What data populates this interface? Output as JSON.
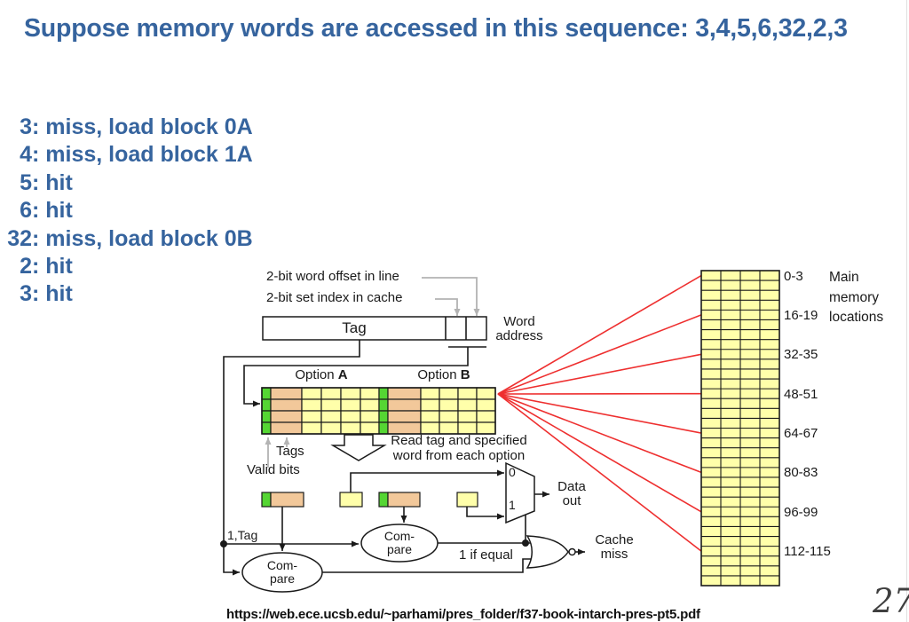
{
  "palette": {
    "blue": "#36649e",
    "green": "#55d633",
    "tan": "#f2c89a",
    "yellow": "#ffffaa",
    "red": "#ee2f2f",
    "gray_arrow": "#b3b3b3"
  },
  "title": "Suppose memory words are accessed in this sequence:  3,4,5,6,32,2,3",
  "access_log": [
    {
      "addr": "3",
      "result": "miss, load block 0A"
    },
    {
      "addr": "4",
      "result": "miss, load block 1A"
    },
    {
      "addr": "5",
      "result": "hit"
    },
    {
      "addr": "6",
      "result": "hit"
    },
    {
      "addr": "32",
      "result": "miss, load block 0B"
    },
    {
      "addr": "2",
      "result": "hit"
    },
    {
      "addr": "3",
      "result": "hit"
    }
  ],
  "diagram": {
    "callout_word_offset": "2-bit word offset in line",
    "callout_set_index": "2-bit set index in cache",
    "tag_label": "Tag",
    "word_address_label": "Word\naddress",
    "option_a": {
      "prefix": "Option ",
      "letter": "A"
    },
    "option_b": {
      "prefix": "Option ",
      "letter": "B"
    },
    "tags_label": "Tags",
    "valid_bits_label": "Valid bits",
    "read_note": "Read tag and specified\nword from each option",
    "mux": {
      "in0": "0",
      "in1": "1"
    },
    "data_out_label": "Data\nout",
    "tag_line_label": "1,Tag",
    "compare1": "Com-\npare",
    "compare2": "Com-\npare",
    "equal_label": "1 if equal",
    "cache_miss_label": "Cache\nmiss"
  },
  "memory": {
    "row_labels": [
      "0-3",
      "16-19",
      "32-35",
      "48-51",
      "64-67",
      "80-83",
      "96-99",
      "112-115"
    ],
    "caption": "Main\nmemory\nlocations"
  },
  "footer": {
    "source_url": "https://web.ece.ucsb.edu/~parhami/pres_folder/f37-book-intarch-pres-pt5.pdf",
    "page_number": "27"
  }
}
